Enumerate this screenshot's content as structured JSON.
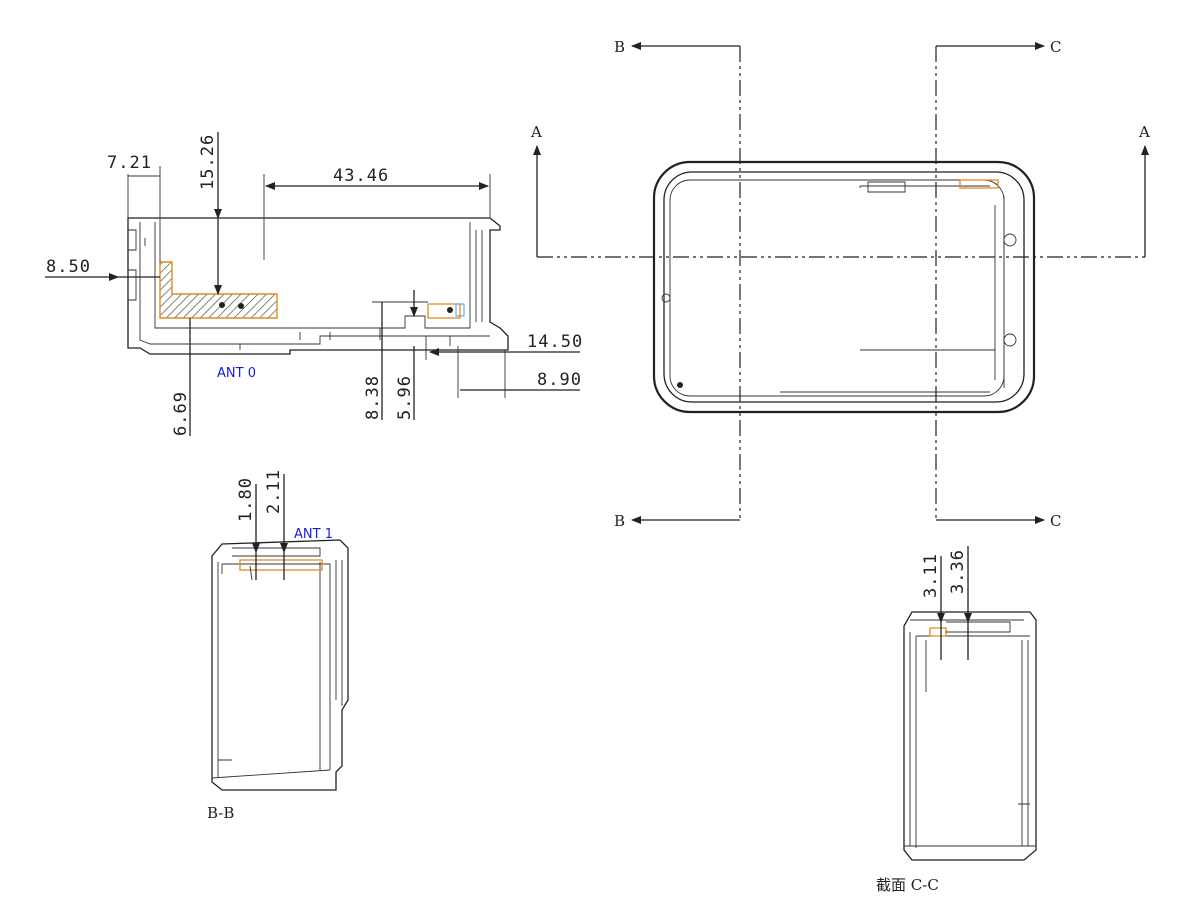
{
  "section_markers": {
    "b_top": "B",
    "b_bottom": "B",
    "c_top": "C",
    "c_bottom": "C",
    "a_left": "A",
    "a_right": "A"
  },
  "section_a": {
    "dimensions": {
      "d7_21": "7.21",
      "d15_26": "15.26",
      "d43_46": "43.46",
      "d8_50": "8.50",
      "d6_69": "6.69",
      "d8_38": "8.38",
      "d5_96": "5.96",
      "d14_50": "14.50",
      "d8_90": "8.90"
    },
    "antenna_label": "ANT 0"
  },
  "section_b": {
    "dimensions": {
      "d1_80": "1.80",
      "d2_11": "2.11"
    },
    "antenna_label": "ANT 1",
    "title": "B-B"
  },
  "section_c": {
    "dimensions": {
      "d3_11": "3.11",
      "d3_36": "3.36"
    },
    "title": "截面 C-C"
  },
  "colors": {
    "antenna_label": "#1a1adc",
    "antenna_outline": "#e08a1e",
    "hatch": "#555555",
    "line": "#222222"
  }
}
